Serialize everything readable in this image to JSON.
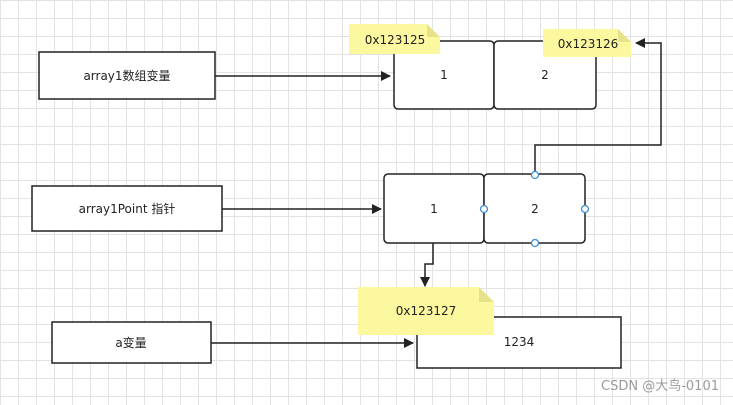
{
  "nodes": {
    "array1_var": "array1数组变量",
    "array1_cell_1": "1",
    "array1_cell_2": "2",
    "array1_point": "array1Point 指针",
    "point_cell_1": "1",
    "point_cell_2": "2",
    "a_var": "a变量",
    "a_value": "1234"
  },
  "notes": {
    "addr_1": "0x123125",
    "addr_2": "0x123126",
    "addr_3": "0x123127"
  },
  "colors": {
    "note_fill": "#fbf8a0",
    "stroke": "#222222",
    "connector": "#3d8fd6"
  },
  "watermark": "CSDN @大鸟-0101"
}
